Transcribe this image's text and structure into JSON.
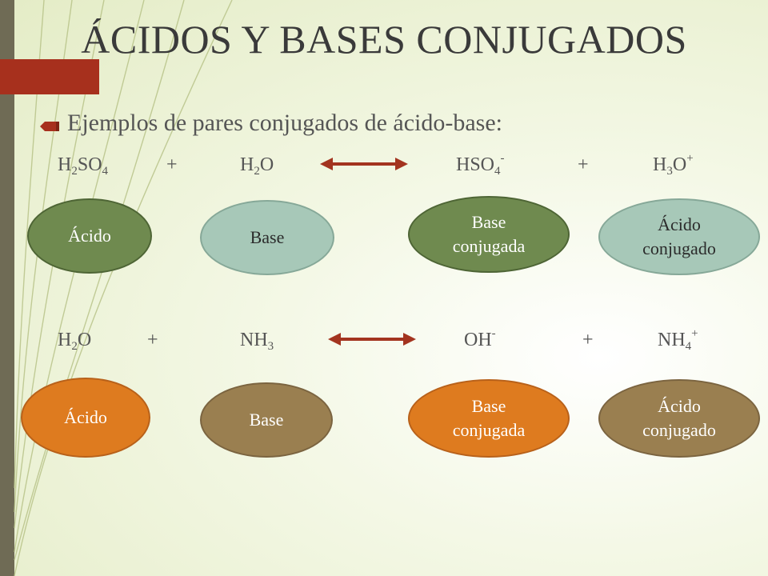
{
  "slide": {
    "title": "ÁCIDOS Y BASES CONJUGADOS",
    "bullet": "Ejemplos de pares conjugados de ácido-base:"
  },
  "reactions": [
    {
      "terms": [
        {
          "base": "H",
          "sub": "2",
          "rest": "SO",
          "sub2": "4",
          "sup": ""
        },
        {
          "base": "+"
        },
        {
          "base": "H",
          "sub": "2",
          "rest": "O",
          "sub2": "",
          "sup": ""
        },
        {
          "base": "HSO",
          "sub": "4",
          "rest": "",
          "sub2": "",
          "sup": "-"
        },
        {
          "base": "+"
        },
        {
          "base": "H",
          "sub": "3",
          "rest": "O",
          "sub2": "",
          "sup": "+"
        }
      ],
      "labels": [
        "Ácido",
        "Base",
        "Base\nconjugada",
        "Ácido\nconjugado"
      ]
    },
    {
      "terms": [
        {
          "base": "H",
          "sub": "2",
          "rest": "O",
          "sub2": "",
          "sup": ""
        },
        {
          "base": "+"
        },
        {
          "base": "NH",
          "sub": "3",
          "rest": "",
          "sub2": "",
          "sup": ""
        },
        {
          "base": "OH",
          "sub": "",
          "rest": "",
          "sub2": "",
          "sup": "-"
        },
        {
          "base": "+"
        },
        {
          "base": "NH",
          "sub": "4",
          "rest": "",
          "sub2": "",
          "sup": "+"
        }
      ],
      "labels": [
        "Ácido",
        "Base",
        "Base\nconjugada",
        "Ácido\nconjugado"
      ]
    }
  ],
  "colors": {
    "accent_red": "#a7301d",
    "arrow": "#a3341f",
    "acid_green": "#6f8a4f",
    "base_mint": "#a7c8b8",
    "acid_orange": "#de7b1f",
    "base_brown": "#9a7f50"
  },
  "icons": {
    "bullet": "pencil-bullet-icon",
    "arrow": "double-headed-arrow-icon"
  }
}
